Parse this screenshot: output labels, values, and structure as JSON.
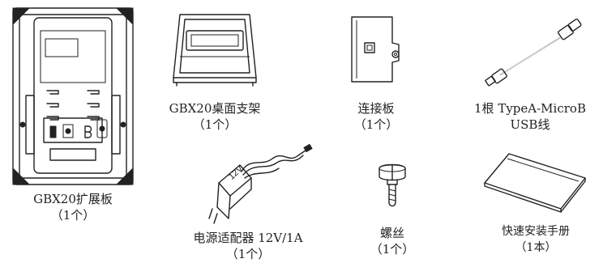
{
  "items": [
    {
      "name": "GBX20扩展板",
      "qty": "（1个）"
    },
    {
      "name": "GBX20桌面支架",
      "qty": "（1个）"
    },
    {
      "name": "连接板",
      "qty": "（1个）"
    },
    {
      "name_line1": "1根 TypeA-MicroB",
      "name_line2": "USB线"
    },
    {
      "name": "电源适配器 12V/1A",
      "qty": "（1个）",
      "adapter_marking": "12V"
    },
    {
      "name": "螺丝",
      "qty": "（1个）"
    },
    {
      "name": "快速安装手册",
      "qty": "（1本）"
    }
  ]
}
